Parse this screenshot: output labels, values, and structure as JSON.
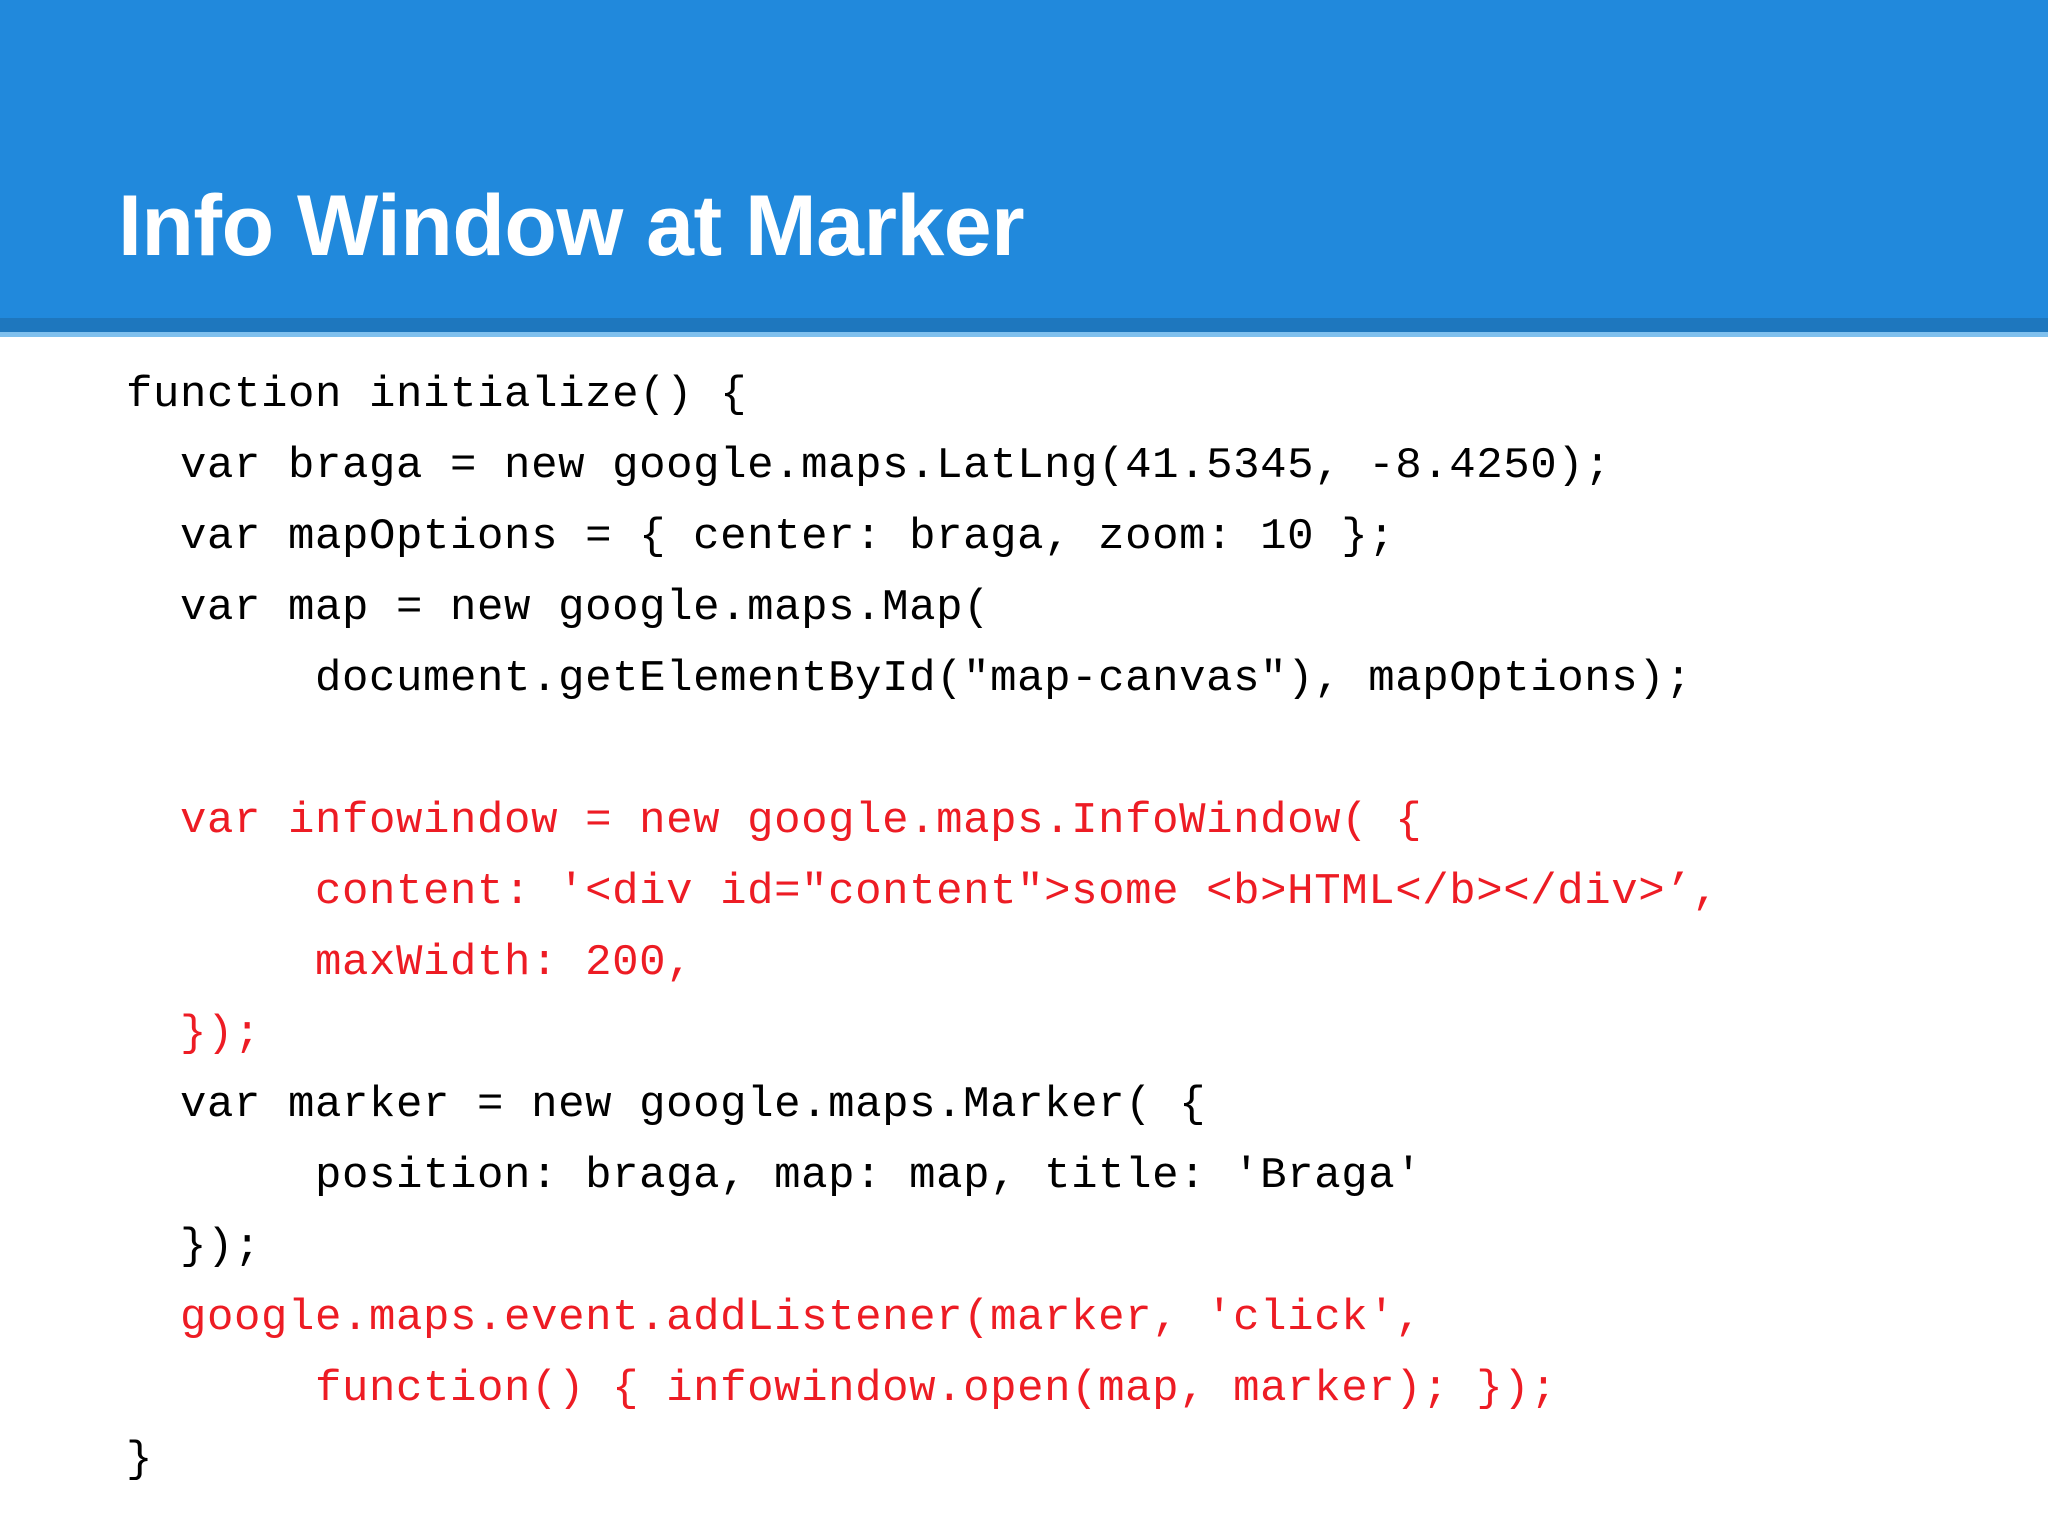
{
  "slide": {
    "title": "Info Window at Marker",
    "header_color": "#2189DC",
    "header_rule_dark_color": "#1E77BE",
    "header_rule_light_color": "#7FC0EE",
    "title_color": "#FFFFFF",
    "body_background": "#FFFFFF"
  },
  "code": {
    "default_color": "#000000",
    "highlight_color": "#ED1C24",
    "lines": [
      {
        "text": "function initialize() {",
        "color": "black"
      },
      {
        "text": "  var braga = new google.maps.LatLng(41.5345, -8.4250);",
        "color": "black"
      },
      {
        "text": "  var mapOptions = { center: braga, zoom: 10 };",
        "color": "black"
      },
      {
        "text": "  var map = new google.maps.Map(",
        "color": "black"
      },
      {
        "text": "       document.getElementById(\"map-canvas\"), mapOptions);",
        "color": "black"
      },
      {
        "text": " ",
        "color": "blank"
      },
      {
        "text": "  var infowindow = new google.maps.InfoWindow( {",
        "color": "red"
      },
      {
        "text": "       content: '<div id=\"content\">some <b>HTML</b></div>’,",
        "color": "red"
      },
      {
        "text": "       maxWidth: 200,",
        "color": "red"
      },
      {
        "text": "  });",
        "color": "red"
      },
      {
        "text": "  var marker = new google.maps.Marker( {",
        "color": "black"
      },
      {
        "text": "       position: braga, map: map, title: 'Braga'",
        "color": "black"
      },
      {
        "text": "  });",
        "color": "black"
      },
      {
        "text": "  google.maps.event.addListener(marker, 'click',",
        "color": "red"
      },
      {
        "text": "       function() { infowindow.open(map, marker); });",
        "color": "red"
      },
      {
        "text": "}",
        "color": "black"
      }
    ]
  }
}
